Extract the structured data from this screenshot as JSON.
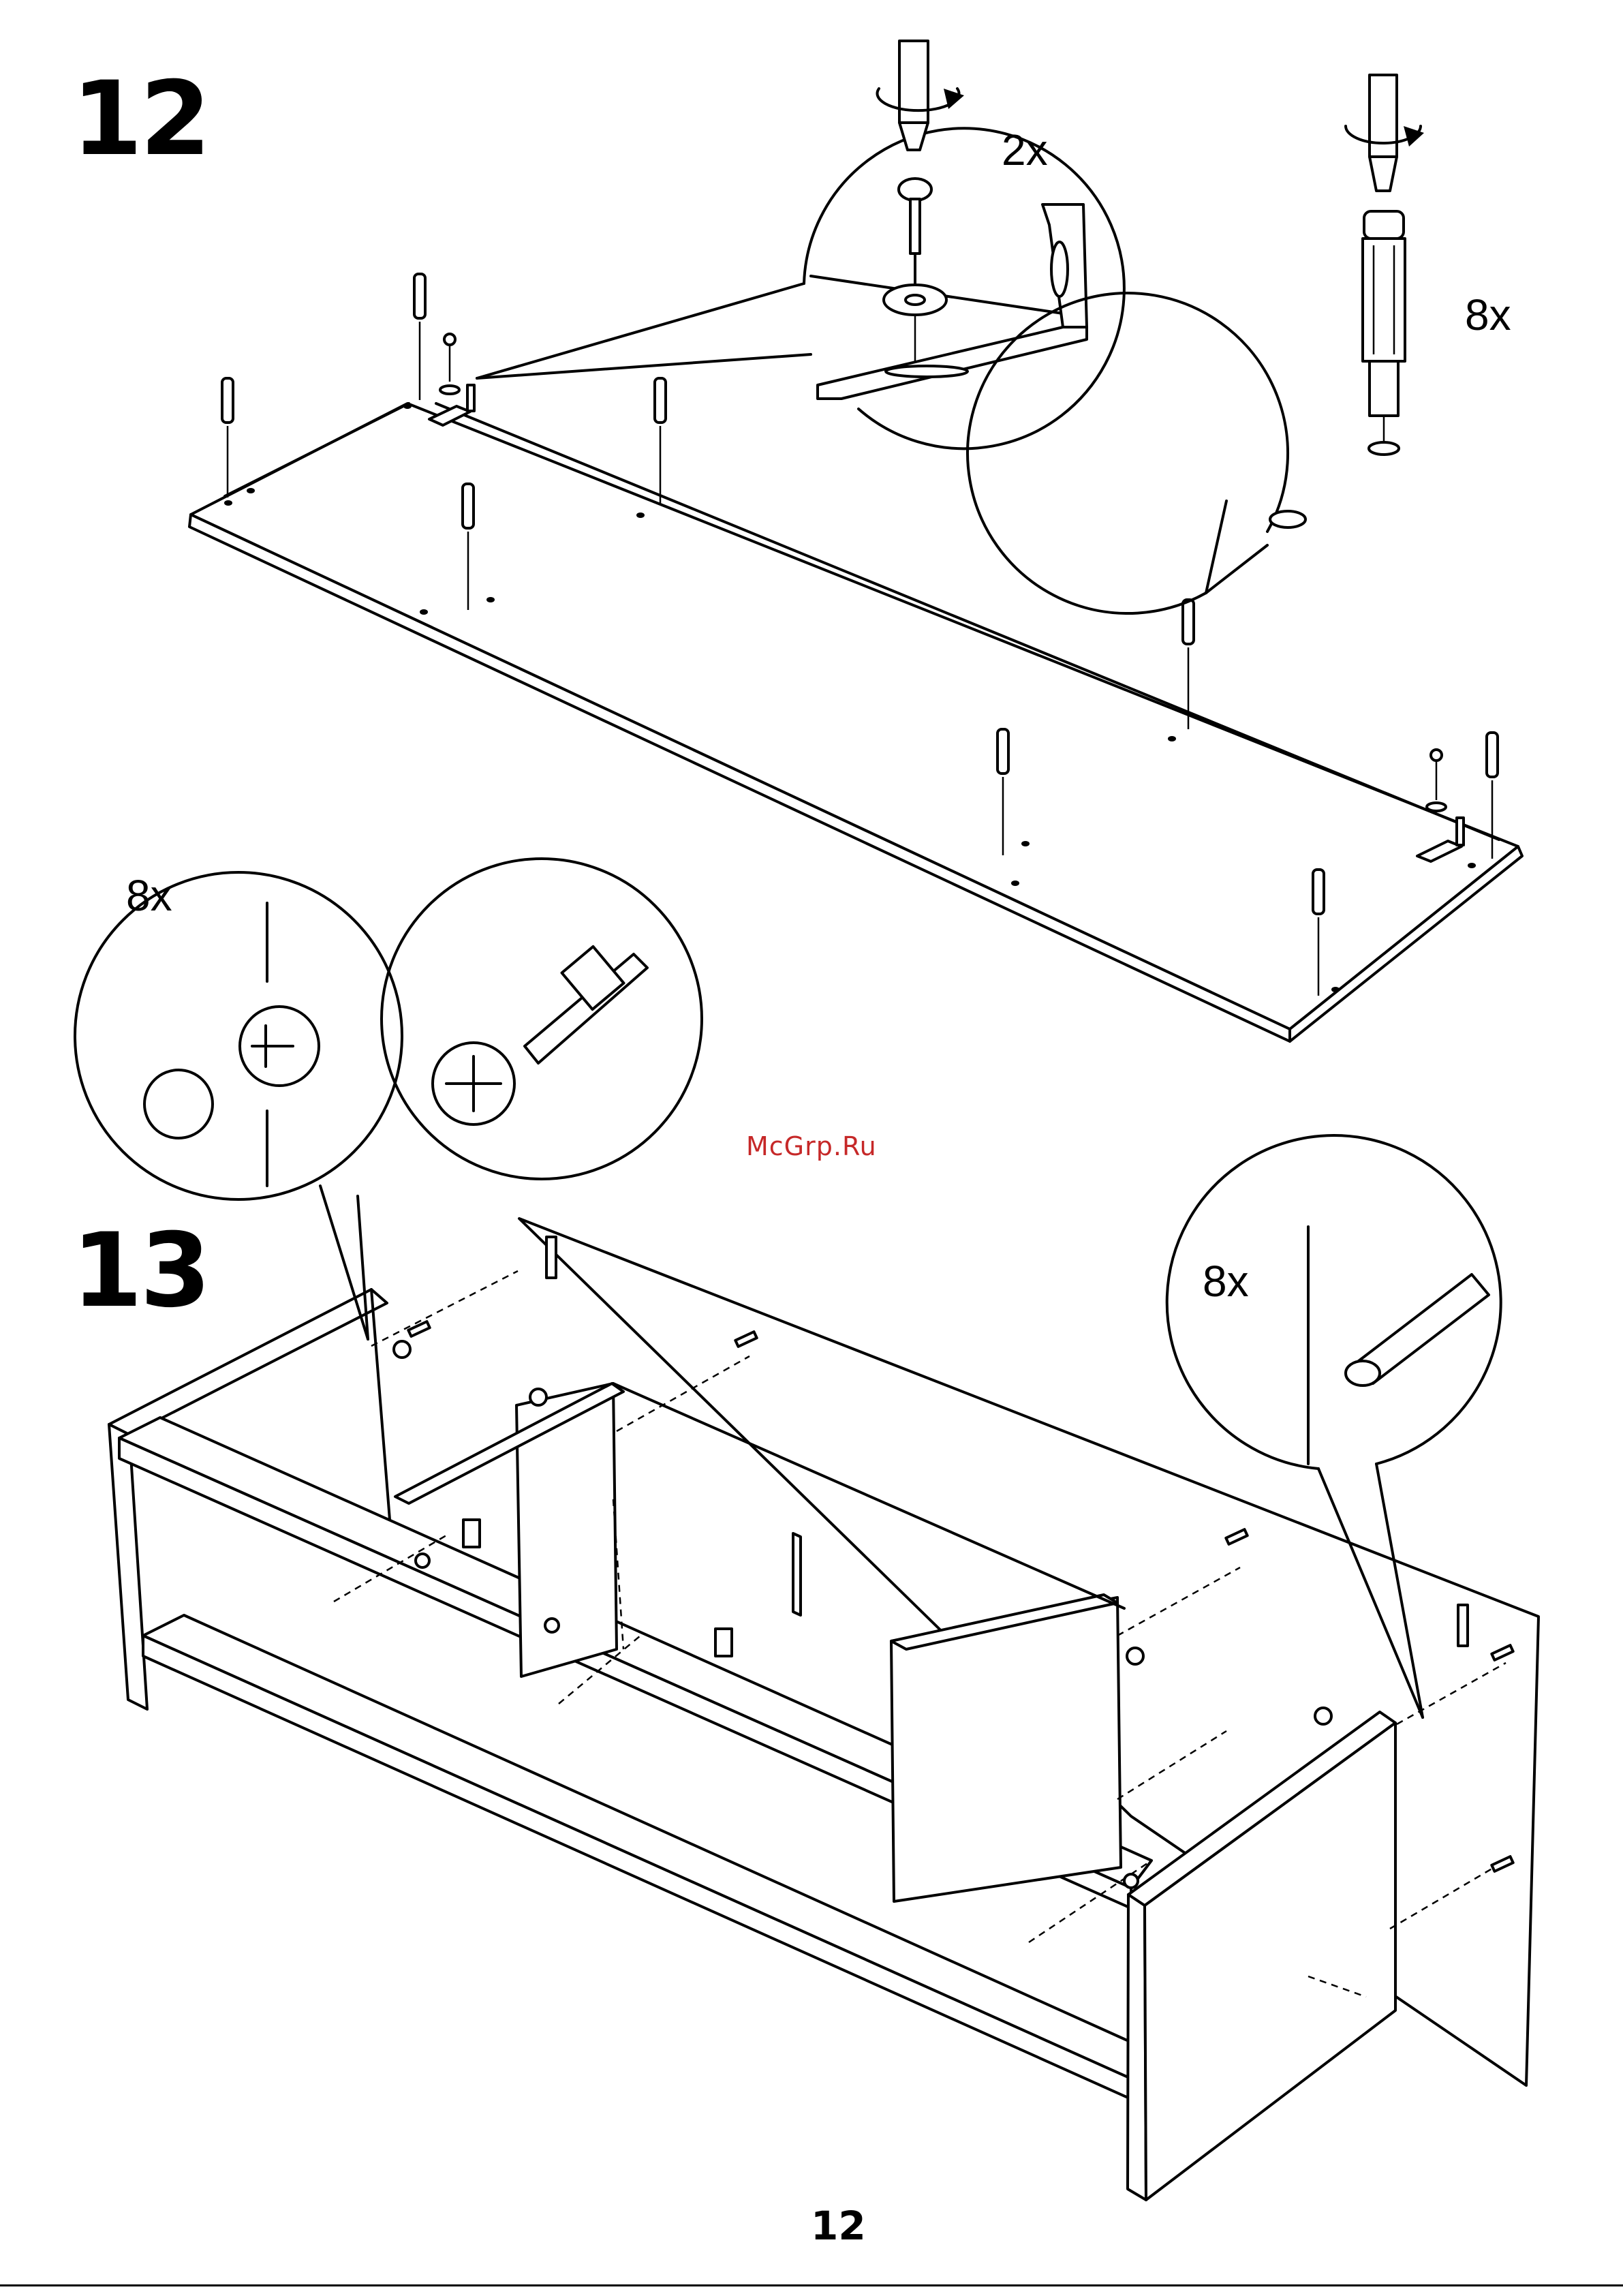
{
  "steps": {
    "step12": {
      "number": "12",
      "bracket_qty": "2x",
      "dowel_qty": "8x"
    },
    "step13": {
      "number": "13",
      "cam_qty": "8x",
      "dowel_qty": "8x"
    }
  },
  "watermark": "McGrp.Ru",
  "page_number": "12",
  "colors": {
    "line": "#000000",
    "background": "#ffffff",
    "watermark": "#c62828"
  }
}
